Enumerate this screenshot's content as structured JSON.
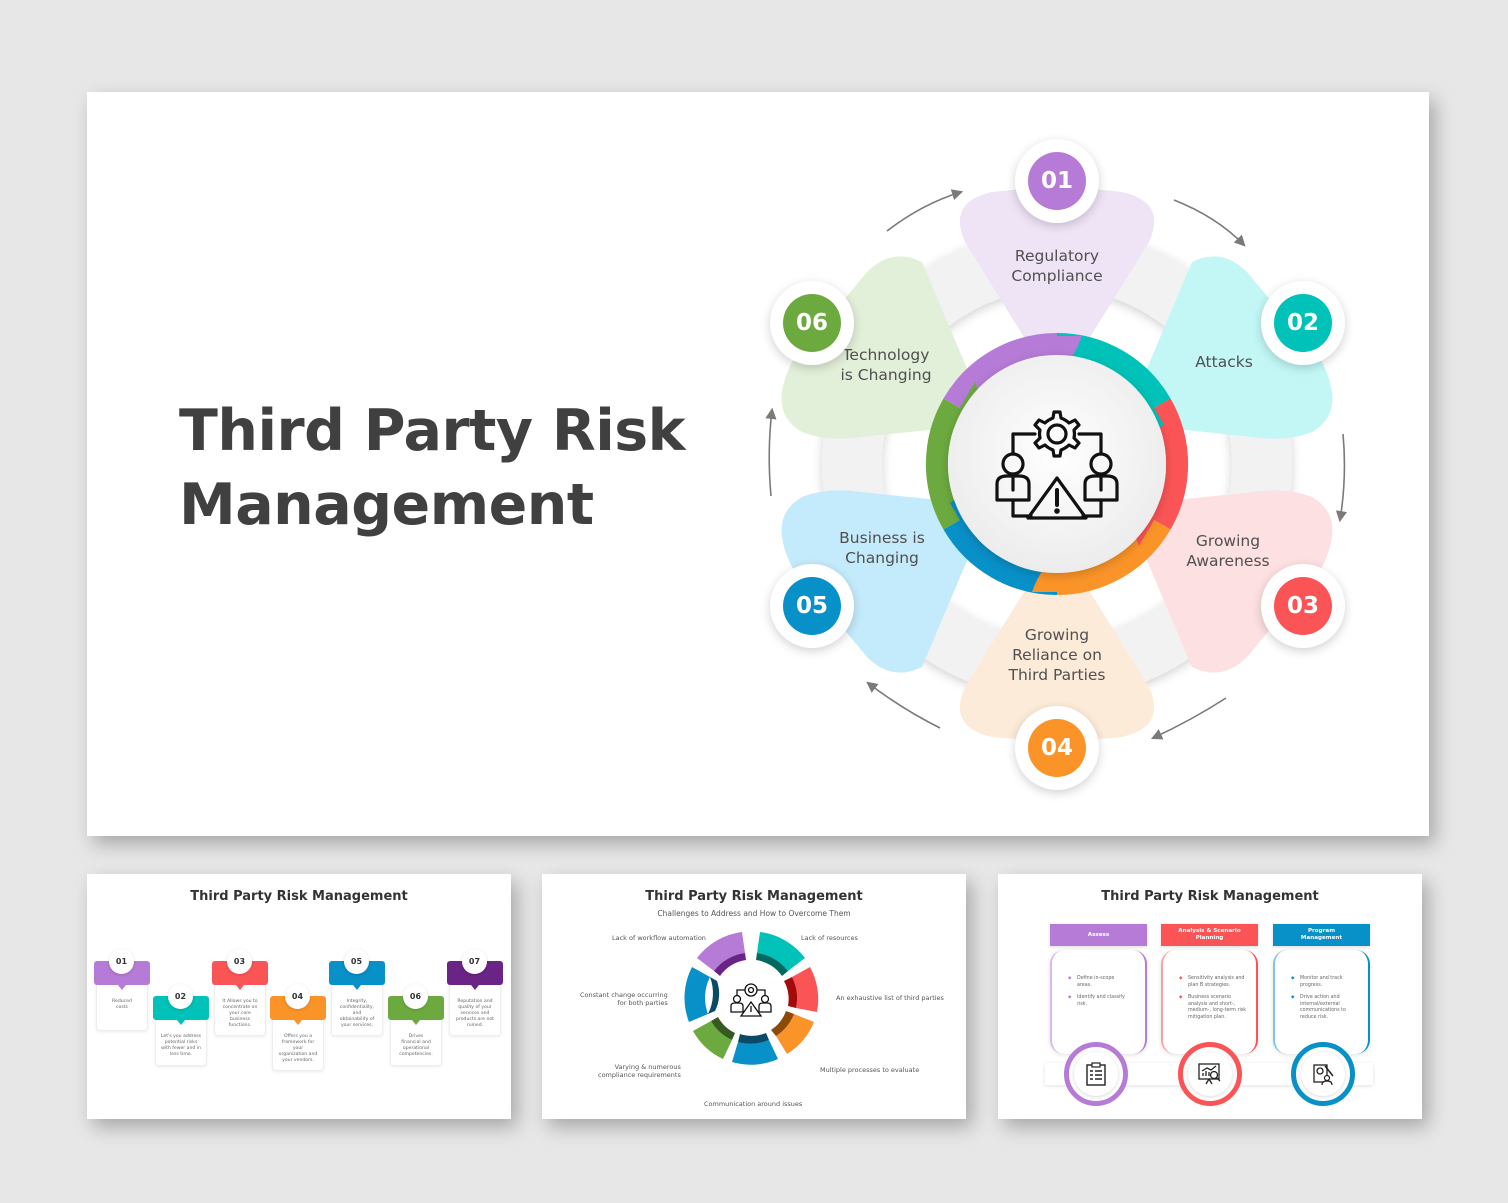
{
  "main_slide": {
    "title": "Third Party Risk\nManagement",
    "center_icon": "risk-management-people-gear-warning-icon",
    "items": [
      {
        "number": "01",
        "label": "Regulatory\nCompliance",
        "color": "#b57bd6",
        "petal_color": "#efe3f6"
      },
      {
        "number": "02",
        "label": "Attacks",
        "color": "#00c2b8",
        "petal_color": "#c2f7f6"
      },
      {
        "number": "03",
        "label": "Growing\nAwareness",
        "color": "#fb5456",
        "petal_color": "#fde0e1"
      },
      {
        "number": "04",
        "label": "Growing\nReliance on\nThird Parties",
        "color": "#fb9428",
        "petal_color": "#fdebd9"
      },
      {
        "number": "05",
        "label": "Business is\nChanging",
        "color": "#0890c9",
        "petal_color": "#c4ebfb"
      },
      {
        "number": "06",
        "label": "Technology\nis Changing",
        "color": "#6caa3f",
        "petal_color": "#e2efd9"
      }
    ]
  },
  "thumbnails": [
    {
      "title": "Third Party Risk Management",
      "steps": [
        {
          "number": "01",
          "text": "Reduced\ncosts",
          "color": "#b57bd6"
        },
        {
          "number": "02",
          "text": "Let's you address\npotential risks\nwith fewer and in\nless time.",
          "color": "#00c2b8"
        },
        {
          "number": "03",
          "text": "It Allows you to\nconcentrate on\nyour core\nbusiness\nfunctions.",
          "color": "#fb5456"
        },
        {
          "number": "04",
          "text": "Offers you a\nframework for\nyour\norganization and\nyour vendors.",
          "color": "#fb9428"
        },
        {
          "number": "05",
          "text": "Integrity,\nconfidentiality,\nand\nobtainability of\nyour services.",
          "color": "#0890c9"
        },
        {
          "number": "06",
          "text": "Drives\nfinancial and\noperational\ncompetencies.",
          "color": "#6caa3f"
        },
        {
          "number": "07",
          "text": "Reputation and\nquality of your\nservices and\nproducts are not\nruined.",
          "color": "#6a2486"
        }
      ]
    },
    {
      "title": "Third Party Risk Management",
      "subtitle": "Challenges to Address and How to Overcome Them",
      "segments": [
        {
          "label": "Lack of resources",
          "color": "#00c2b8",
          "dark": "#00695f"
        },
        {
          "label": "An exhaustive list of third parties",
          "color": "#fb5456",
          "dark": "#a40a0a"
        },
        {
          "label": "Multiple processes to evaluate",
          "color": "#fb9428",
          "dark": "#8c4a06"
        },
        {
          "label": "Communication around issues",
          "color": "#0890c9",
          "dark": "#0b4a66"
        },
        {
          "label": "Varying & numerous\ncompliance requirements",
          "color": "#6caa3f",
          "dark": "#355a20"
        },
        {
          "label": "Constant change occurring\nfor both parties",
          "color": "#0890c9",
          "dark": "#0b4a66"
        },
        {
          "label": "Lack of workflow automation",
          "color": "#b57bd6",
          "dark": "#6a2486"
        }
      ]
    },
    {
      "title": "Third Party Risk Management",
      "columns": [
        {
          "heading": "Assess",
          "color": "#b57bd6",
          "dark": "#6a2486",
          "bullets": [
            "Define in-scope\nareas.",
            "Identify and classify\nrisk."
          ],
          "icon": "checklist-icon"
        },
        {
          "heading": "Analysis & Scenario\nPlanning",
          "color": "#fb5456",
          "dark": "#a40a0a",
          "bullets": [
            "Sensitivity analysis and\nplan B strategies.",
            "Business scenario\nanalysis and short-,\nmedium-, long-term risk\nmitigation plan."
          ],
          "icon": "chart-analysis-icon"
        },
        {
          "heading": "Program\nManagement",
          "color": "#0890c9",
          "dark": "#0b4a66",
          "bullets": [
            "Monitor and track\nprogress.",
            "Drive action and\ninternal/external\ncommunications to\nreduce risk."
          ],
          "icon": "program-management-icon"
        }
      ]
    }
  ]
}
